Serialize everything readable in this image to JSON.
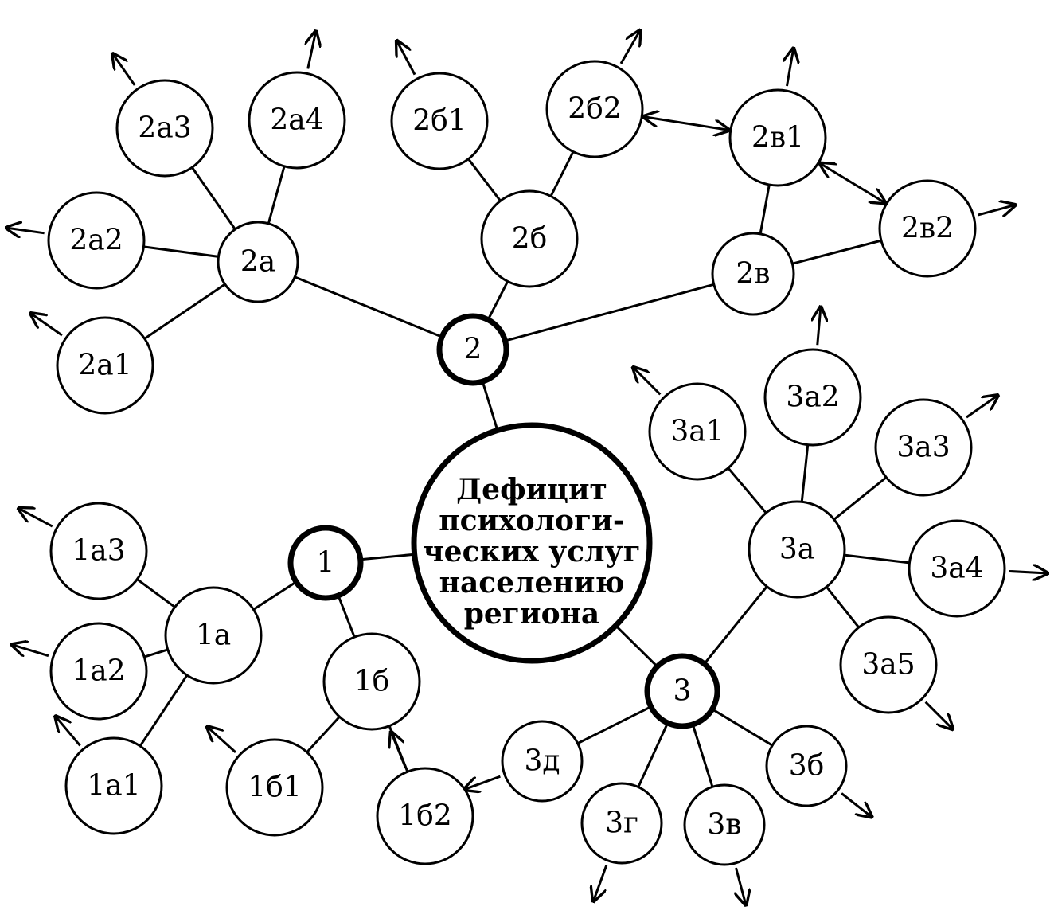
{
  "center": {
    "id": "center",
    "lines": [
      "Дефицит",
      "психологи-",
      "ческих услуг",
      "населению",
      "региона"
    ]
  },
  "nodes": [
    {
      "id": "1",
      "label": "1",
      "bold": true
    },
    {
      "id": "2",
      "label": "2",
      "bold": true
    },
    {
      "id": "3",
      "label": "3",
      "bold": true
    },
    {
      "id": "1a",
      "label": "1а"
    },
    {
      "id": "1b",
      "label": "1б"
    },
    {
      "id": "1a1",
      "label": "1а1"
    },
    {
      "id": "1a2",
      "label": "1а2"
    },
    {
      "id": "1a3",
      "label": "1а3"
    },
    {
      "id": "1b1",
      "label": "1б1"
    },
    {
      "id": "1b2",
      "label": "1б2"
    },
    {
      "id": "2a",
      "label": "2а"
    },
    {
      "id": "2b",
      "label": "2б"
    },
    {
      "id": "2v",
      "label": "2в"
    },
    {
      "id": "2a1",
      "label": "2а1"
    },
    {
      "id": "2a2",
      "label": "2а2"
    },
    {
      "id": "2a3",
      "label": "2а3"
    },
    {
      "id": "2a4",
      "label": "2а4"
    },
    {
      "id": "2b1",
      "label": "2б1"
    },
    {
      "id": "2b2",
      "label": "2б2"
    },
    {
      "id": "2v1",
      "label": "2в1"
    },
    {
      "id": "2v2",
      "label": "2в2"
    },
    {
      "id": "3a",
      "label": "3а"
    },
    {
      "id": "3b",
      "label": "3б"
    },
    {
      "id": "3v",
      "label": "3в"
    },
    {
      "id": "3g",
      "label": "3г"
    },
    {
      "id": "3d",
      "label": "3д"
    },
    {
      "id": "3a1",
      "label": "3а1"
    },
    {
      "id": "3a2",
      "label": "3а2"
    },
    {
      "id": "3a3",
      "label": "3а3"
    },
    {
      "id": "3a4",
      "label": "3а4"
    },
    {
      "id": "3a5",
      "label": "3а5"
    }
  ],
  "edges": [
    [
      "center",
      "1"
    ],
    [
      "center",
      "2"
    ],
    [
      "center",
      "3"
    ],
    [
      "1",
      "1a"
    ],
    [
      "1",
      "1b"
    ],
    [
      "1a",
      "1a1"
    ],
    [
      "1a",
      "1a2"
    ],
    [
      "1a",
      "1a3"
    ],
    [
      "1b",
      "1b1"
    ],
    [
      "1b",
      "1b2"
    ],
    [
      "2",
      "2a"
    ],
    [
      "2",
      "2b"
    ],
    [
      "2",
      "2v"
    ],
    [
      "2a",
      "2a1"
    ],
    [
      "2a",
      "2a2"
    ],
    [
      "2a",
      "2a3"
    ],
    [
      "2a",
      "2a4"
    ],
    [
      "2b",
      "2b1"
    ],
    [
      "2b",
      "2b2"
    ],
    [
      "2v",
      "2v1"
    ],
    [
      "2v",
      "2v2"
    ],
    [
      "3",
      "3a"
    ],
    [
      "3",
      "3b"
    ],
    [
      "3",
      "3v"
    ],
    [
      "3",
      "3g"
    ],
    [
      "3",
      "3d"
    ],
    [
      "3a",
      "3a1"
    ],
    [
      "3a",
      "3a2"
    ],
    [
      "3a",
      "3a3"
    ],
    [
      "3a",
      "3a4"
    ],
    [
      "3a",
      "3a5"
    ]
  ],
  "double_arrows": [
    [
      "2b2",
      "2v1"
    ],
    [
      "2v1",
      "2v2"
    ]
  ],
  "outgoing_arrows": [
    "1a1",
    "1a2",
    "1a3",
    "1b1",
    "1b2",
    "2a1",
    "2a2",
    "2a3",
    "2a4",
    "2b1",
    "2b2",
    "2v1",
    "2v2",
    "3a1",
    "3a2",
    "3a3",
    "3a4",
    "3a5",
    "3b",
    "3v",
    "3g",
    "3d"
  ],
  "colors": {
    "stroke": "#000000",
    "fill": "#ffffff"
  }
}
